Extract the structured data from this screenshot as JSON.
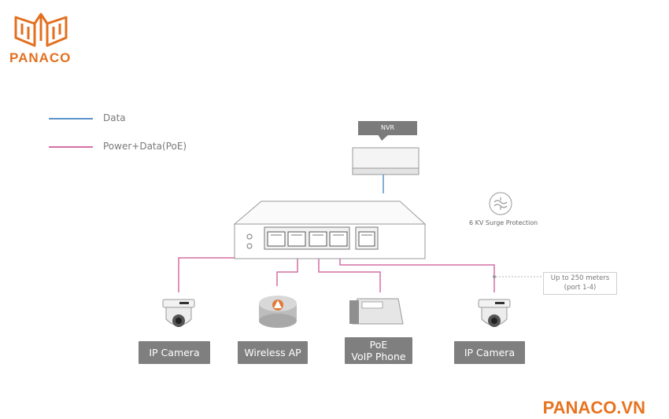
{
  "brand": {
    "logo_text": "PANACO",
    "bottom_text": "PANACO.VN",
    "color": "#e36f1e"
  },
  "legend": {
    "data_label": "Data",
    "poe_label": "Power+Data(PoE)",
    "data_color": "#5b93c9",
    "poe_color": "#d46fa3"
  },
  "nvr": {
    "label": "NVR"
  },
  "surge": {
    "label": "6 KV Surge Protection",
    "icon": "surge-shield-icon"
  },
  "distance": {
    "line1": "Up to 250 meters",
    "line2": "(port 1-4)"
  },
  "devices": {
    "ip_camera_left": "IP Camera",
    "wireless_ap": "Wireless AP",
    "voip_line1": "PoE",
    "voip_line2": "VoIP Phone",
    "ip_camera_right": "IP Camera"
  }
}
